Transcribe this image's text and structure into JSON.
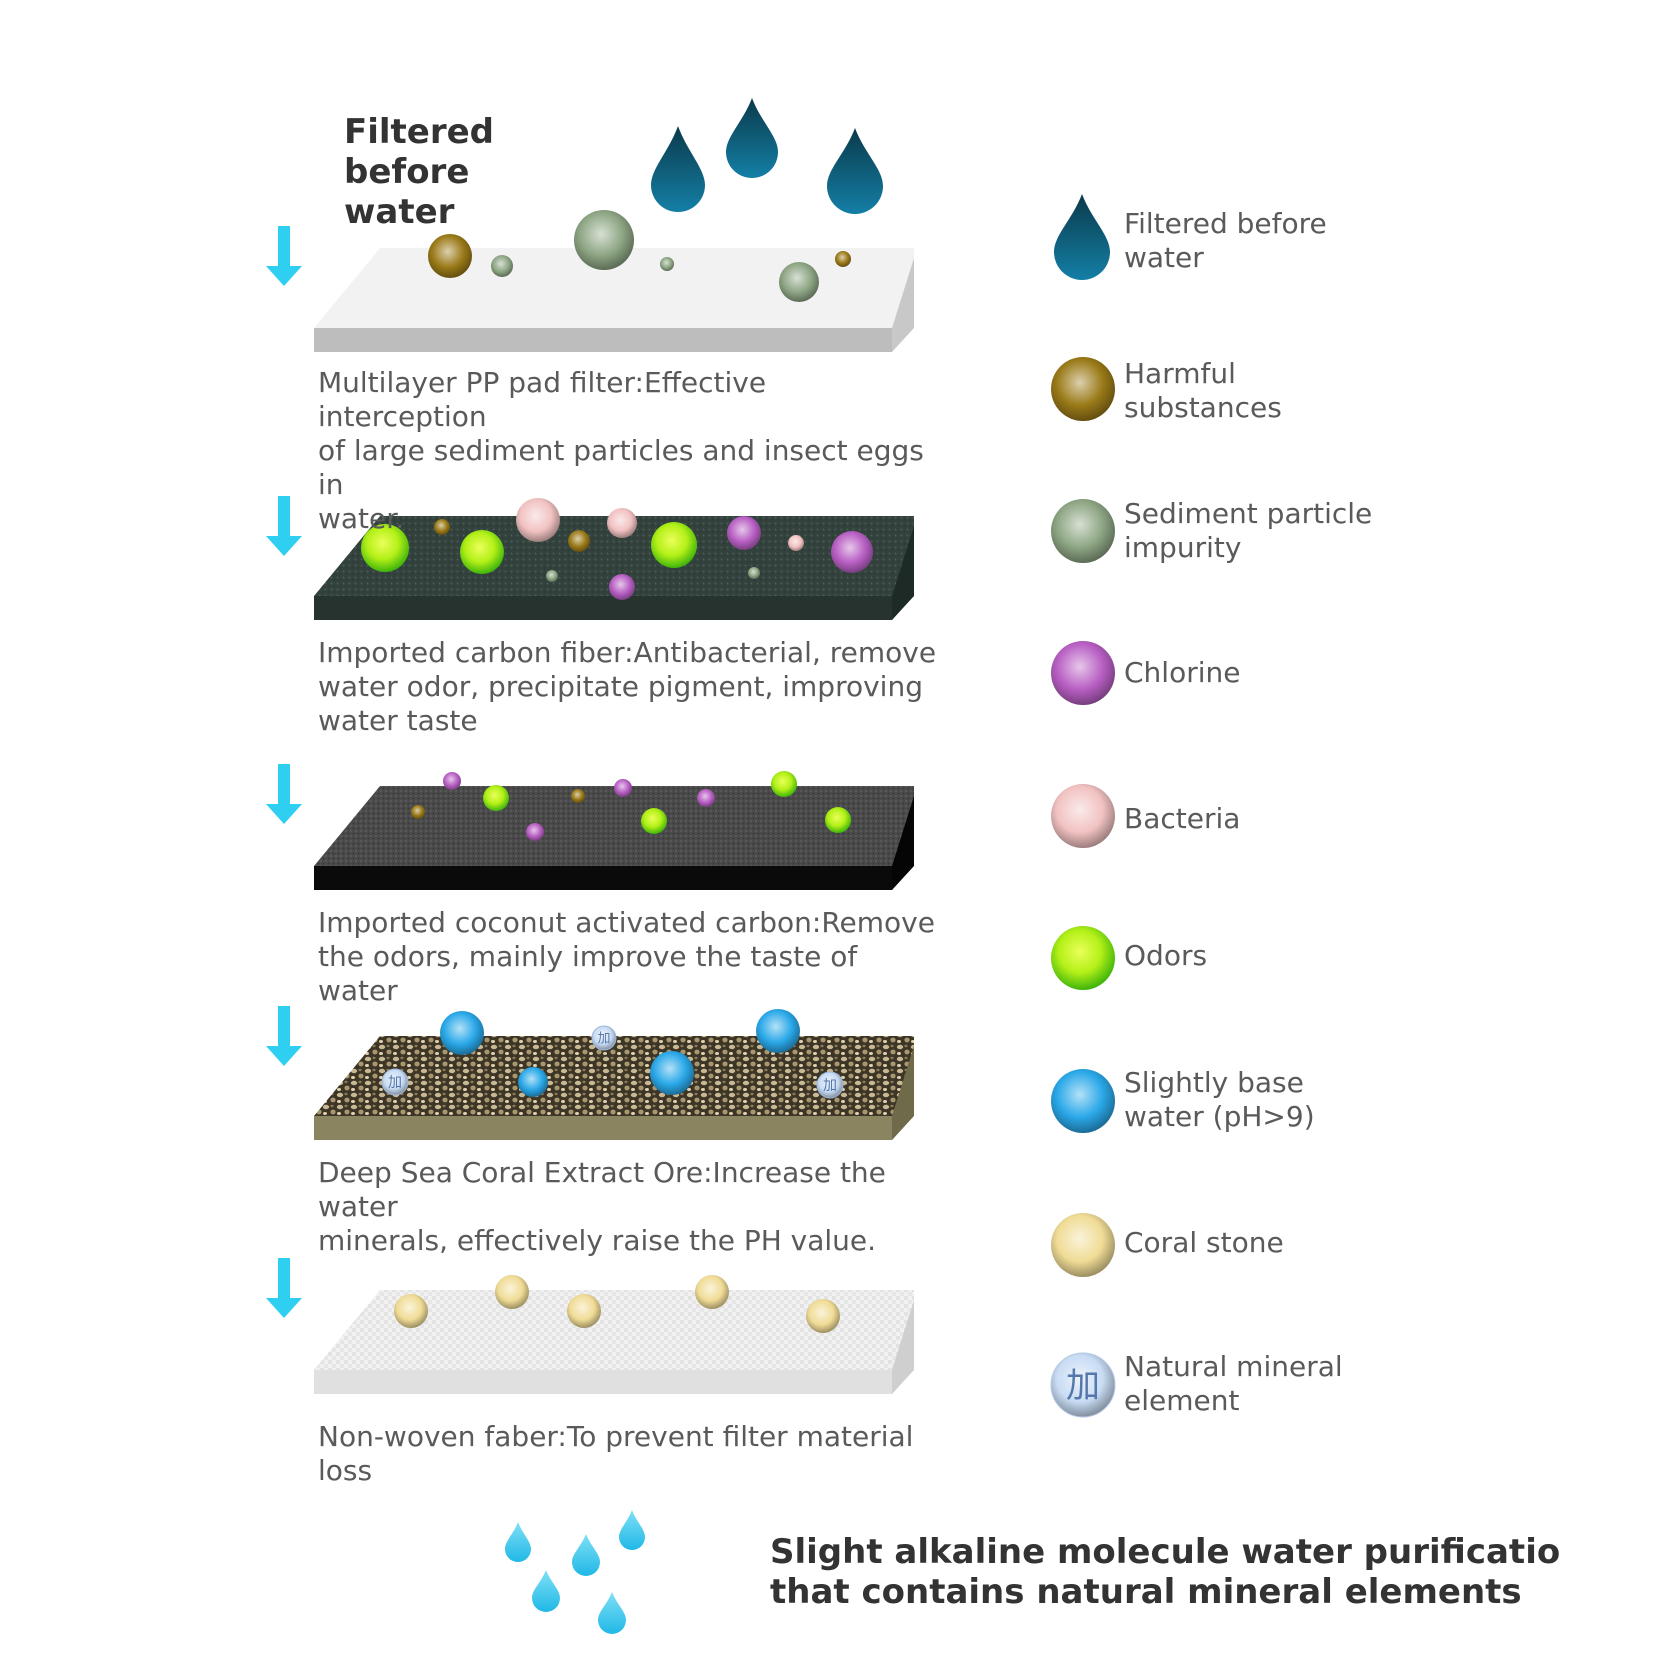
{
  "top_title": "Filtered before\nwater",
  "bottom_title": "Slight alkaline molecule water purificatio\nthat contains natural mineral elements",
  "mineral_glyph": "加",
  "colors": {
    "arrow": "#2ecff0",
    "drop_dark": "#0e5a78",
    "drop_light": "#3fc6ea",
    "harmful": "#9a7a18",
    "sediment": "#8ea684",
    "chlorine": "#b85fc4",
    "bacteria": "#f2c2c2",
    "odors": "#7fe81a",
    "base_water": "#2aa8e8",
    "coral": "#f0dc96",
    "mineral": "#c8dcf4"
  },
  "layers": [
    {
      "name": "pp-pad",
      "description": "Multilayer PP pad filter:Effective interception\nof large sediment particles and insect eggs in\nwater."
    },
    {
      "name": "carbon-fiber",
      "description": "Imported carbon fiber:Antibacterial, remove\nwater odor, precipitate pigment, improving\nwater taste"
    },
    {
      "name": "coconut-carbon",
      "description": "Imported coconut activated carbon:Remove\nthe odors, mainly improve the taste of water"
    },
    {
      "name": "coral-ore",
      "description": "Deep Sea Coral Extract Ore:Increase the water\nminerals, effectively raise the PH value."
    },
    {
      "name": "non-woven",
      "description": "Non-woven faber:To prevent filter material\nloss"
    }
  ],
  "legend": [
    {
      "key": "drop",
      "label": "Filtered before\nwater"
    },
    {
      "key": "harmful",
      "label": "Harmful\nsubstances"
    },
    {
      "key": "sediment",
      "label": "Sediment particle\nimpurity"
    },
    {
      "key": "chlorine",
      "label": "Chlorine"
    },
    {
      "key": "bacteria",
      "label": "Bacteria"
    },
    {
      "key": "odors",
      "label": "Odors"
    },
    {
      "key": "base_water",
      "label": "Slightly base\nwater (pH>9)"
    },
    {
      "key": "coral",
      "label": "Coral stone"
    },
    {
      "key": "mineral",
      "label": "Natural mineral\nelement"
    }
  ]
}
